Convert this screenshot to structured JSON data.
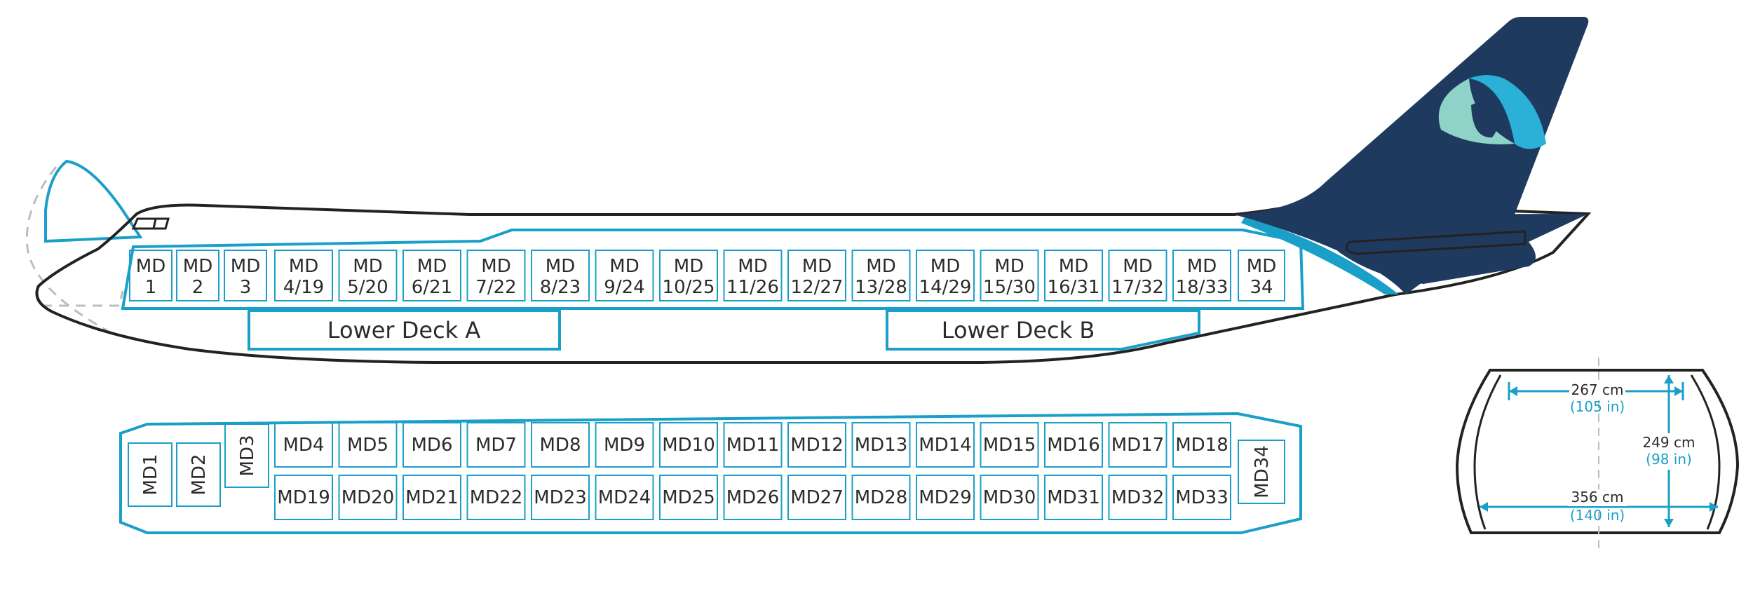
{
  "colors": {
    "outline": "#222222",
    "cyan": "#1aa0c8",
    "tail": "#1e3a5f",
    "logo_light": "#8fd3c8",
    "logo_mid": "#2bb0d8",
    "dash": "#bdbdbd"
  },
  "side_view": {
    "positions": [
      {
        "l1": "MD",
        "l2": "1"
      },
      {
        "l1": "MD",
        "l2": "2"
      },
      {
        "l1": "MD",
        "l2": "3"
      },
      {
        "l1": "MD",
        "l2": "4/19"
      },
      {
        "l1": "MD",
        "l2": "5/20"
      },
      {
        "l1": "MD",
        "l2": "6/21"
      },
      {
        "l1": "MD",
        "l2": "7/22"
      },
      {
        "l1": "MD",
        "l2": "8/23"
      },
      {
        "l1": "MD",
        "l2": "9/24"
      },
      {
        "l1": "MD",
        "l2": "10/25"
      },
      {
        "l1": "MD",
        "l2": "11/26"
      },
      {
        "l1": "MD",
        "l2": "12/27"
      },
      {
        "l1": "MD",
        "l2": "13/28"
      },
      {
        "l1": "MD",
        "l2": "14/29"
      },
      {
        "l1": "MD",
        "l2": "15/30"
      },
      {
        "l1": "MD",
        "l2": "16/31"
      },
      {
        "l1": "MD",
        "l2": "17/32"
      },
      {
        "l1": "MD",
        "l2": "18/33"
      },
      {
        "l1": "MD",
        "l2": "34"
      }
    ],
    "lower_deck_a": "Lower Deck A",
    "lower_deck_b": "Lower Deck B"
  },
  "plan_view": {
    "left_positions": [
      "MD1",
      "MD2",
      "MD3"
    ],
    "top_row": [
      "MD4",
      "MD5",
      "MD6",
      "MD7",
      "MD8",
      "MD9",
      "MD10",
      "MD11",
      "MD12",
      "MD13",
      "MD14",
      "MD15",
      "MD16",
      "MD17",
      "MD18"
    ],
    "bottom_row": [
      "MD19",
      "MD20",
      "MD21",
      "MD22",
      "MD23",
      "MD24",
      "MD25",
      "MD26",
      "MD27",
      "MD28",
      "MD29",
      "MD30",
      "MD31",
      "MD32",
      "MD33"
    ],
    "right_position": "MD34"
  },
  "cross_section": {
    "top_width": "267 cm",
    "top_width_in": "(105 in)",
    "height": "249 cm",
    "height_in": "(98 in)",
    "floor_width": "356 cm",
    "floor_width_in": "(140 in)"
  }
}
